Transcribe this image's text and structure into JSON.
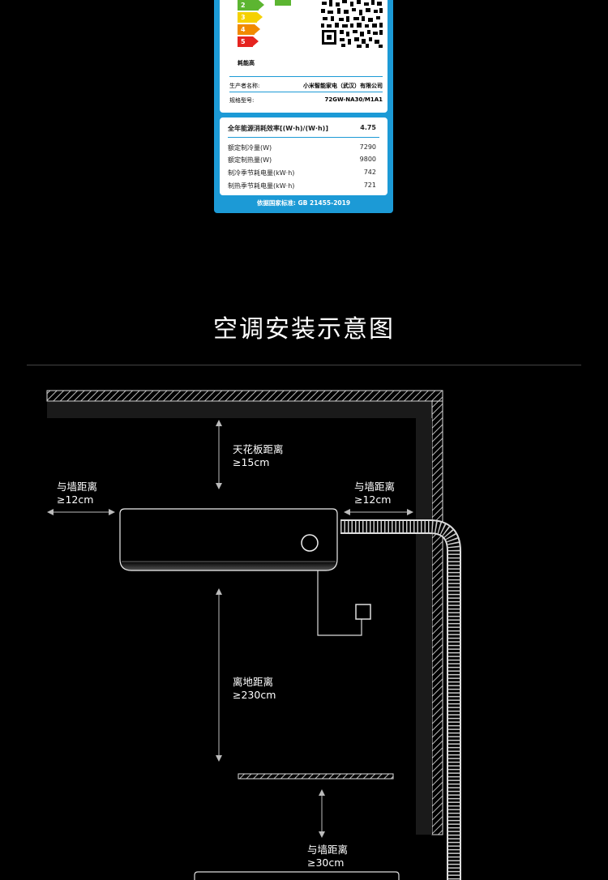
{
  "energy_label": {
    "grades": [
      "2",
      "3",
      "4",
      "5"
    ],
    "high_consumption": "耗能高",
    "manufacturer_label": "生产者名称:",
    "manufacturer_value": "小米智能家电（武汉）有限公司",
    "model_label": "规格型号:",
    "model_value": "72GW-NA30/M1A1",
    "efficiency_label": "全年能源消耗效率[(W·h)/(W·h)]",
    "efficiency_value": "4.75",
    "rows": [
      {
        "label": "额定制冷量(W)",
        "value": "7290"
      },
      {
        "label": "额定制热量(W)",
        "value": "9800"
      },
      {
        "label": "制冷季节耗电量(kW·h)",
        "value": "742"
      },
      {
        "label": "制热季节耗电量(kW·h)",
        "value": "721"
      }
    ],
    "standard": "依据国家标准: GB 21455-2019",
    "colors": {
      "band": "#1c9ad6",
      "g2": "#5cb531",
      "g3": "#f5d100",
      "g4": "#f18a00",
      "g5": "#e52420"
    }
  },
  "diagram": {
    "title": "空调安装示意图",
    "ceiling": {
      "line1": "天花板距离",
      "line2": "≥15cm"
    },
    "wall_left": {
      "line1": "与墙距离",
      "line2": "≥12cm"
    },
    "wall_right": {
      "line1": "与墙距离",
      "line2": "≥12cm"
    },
    "floor": {
      "line1": "离地距离",
      "line2": "≥230cm"
    },
    "wall_bottom": {
      "line1": "与墙距离",
      "line2": "≥30cm"
    }
  }
}
